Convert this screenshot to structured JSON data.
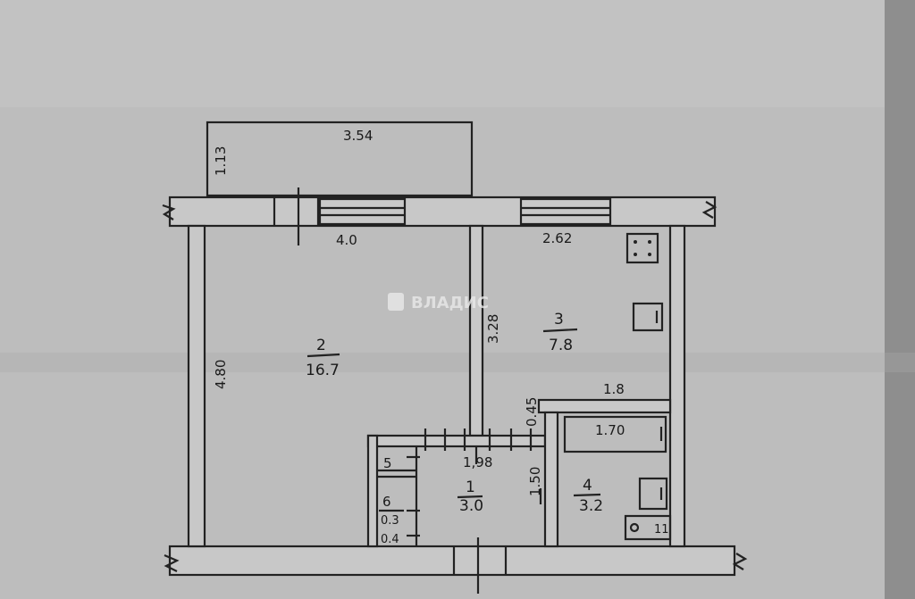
{
  "watermark": "ВЛАДИС",
  "dimensions": {
    "balcony_width": "3.54",
    "balcony_depth": "1.13",
    "room2_width": "4.0",
    "room3_width": "2.62",
    "room2_length": "4.80",
    "room3_length": "3.28",
    "bath_width": "1.8",
    "tub_length": "1.70",
    "hall_width": "1,98",
    "hall_length": "1.50",
    "wall_small": "0.45",
    "closet_a": "5",
    "closet_b": "0.3",
    "closet_c": "0.4",
    "fixture_num": "11"
  },
  "rooms": [
    {
      "num": "1",
      "area": "3.0"
    },
    {
      "num": "2",
      "area": "16.7"
    },
    {
      "num": "3",
      "area": "7.8"
    },
    {
      "num": "4",
      "area": "3.2"
    },
    {
      "num": "6",
      "area": ""
    }
  ]
}
